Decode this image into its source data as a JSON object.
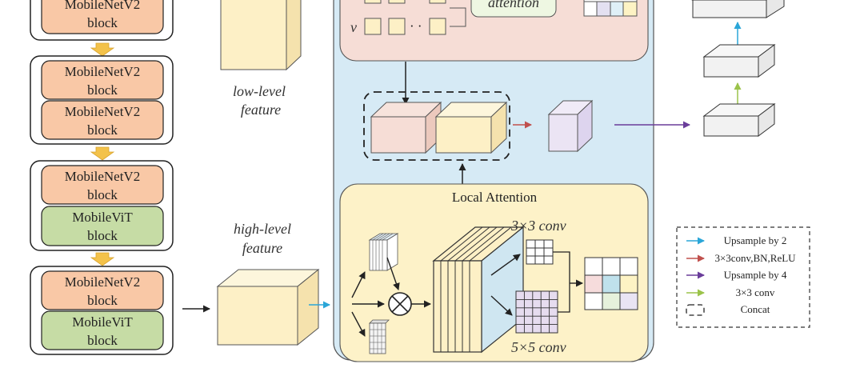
{
  "backbone": {
    "group1": [
      "MobileNetV2",
      "block"
    ],
    "group2": {
      "top": [
        "MobileNetV2",
        "block"
      ],
      "bottom": [
        "MobileNetV2",
        "block"
      ]
    },
    "group3": {
      "top": [
        "MobileNetV2",
        "block"
      ],
      "bottom": [
        "MobileViT",
        "block"
      ]
    },
    "group4": {
      "top": [
        "MobileNetV2",
        "block"
      ],
      "bottom": [
        "MobileViT",
        "block"
      ]
    }
  },
  "features": {
    "low": [
      "low-level",
      "feature"
    ],
    "high": [
      "high-level",
      "feature"
    ]
  },
  "global_attention": {
    "v_label": "v",
    "title_fragment": "attention"
  },
  "local_attention": {
    "title": "Local Attention",
    "conv3": "3×3 conv",
    "conv5": "5×5 conv"
  },
  "legend": {
    "items": [
      {
        "label": "Upsample by 2",
        "color": "#2aa6d8"
      },
      {
        "label": "3×3conv,BN,ReLU",
        "color": "#c0504d"
      },
      {
        "label": "Upsample by 4",
        "color": "#6a3d9a"
      },
      {
        "label": "3×3 conv",
        "color": "#9bc34a"
      },
      {
        "label": "Concat",
        "color": "#222222"
      }
    ]
  },
  "colors": {
    "mobilenet": "#f9c8a6",
    "mobilevit": "#c6dca5",
    "panel_blue": "#d6eaf5",
    "panel_pink": "#f6ddd6",
    "panel_yellow": "#fdf2c8",
    "feature_yellow": "#fdf0c6"
  }
}
